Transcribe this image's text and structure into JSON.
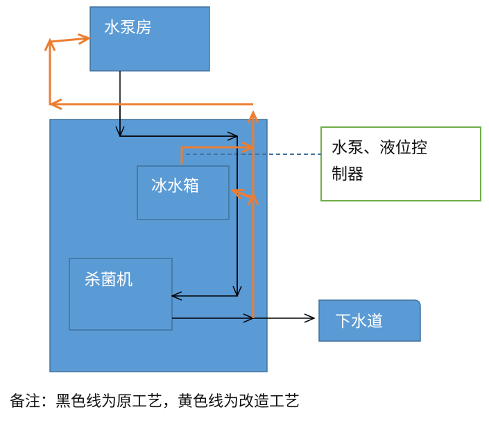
{
  "boxes": {
    "pump_room": "水泵房",
    "ice_tank": "冰水箱",
    "sterilizer": "杀菌机",
    "sewer": "下水道"
  },
  "controller": {
    "line1": "水泵、液位控",
    "line2": "制器"
  },
  "note": "备注：黑色线为原工艺，黄色线为改造工艺",
  "colors": {
    "box_fill": "#5b9bd5",
    "box_stroke": "#41719c",
    "original_line": "#000000",
    "modified_line": "#ed7d31",
    "controller_border": "#70ad47",
    "dashed_link": "#41719c"
  }
}
